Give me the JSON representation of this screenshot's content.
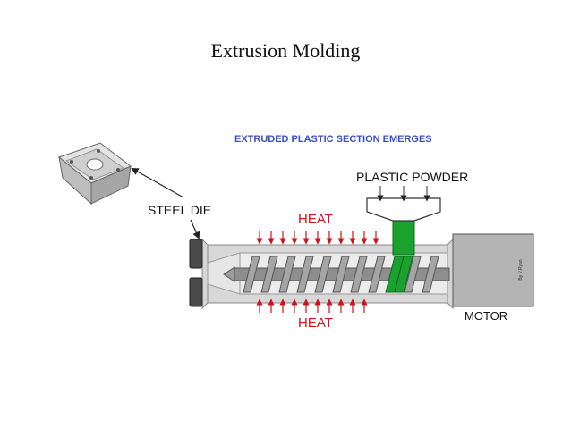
{
  "title": "Extrusion Molding",
  "labels": {
    "emerges": "EXTRUDED PLASTIC SECTION EMERGES",
    "powder": "PLASTIC POWDER",
    "steel_die": "STEEL DIE",
    "heat_top": "HEAT",
    "heat_bottom": "HEAT",
    "motor": "MOTOR",
    "credit": "By V.Ryan"
  },
  "colors": {
    "heat": "#d0121b",
    "emerges": "#3b4fc4",
    "plastic": "#1aa12e",
    "barrel": "#d6d6d6",
    "screw": "#9a9a9a",
    "motor": "#b4b4b4",
    "die": "#4a4a4a"
  }
}
